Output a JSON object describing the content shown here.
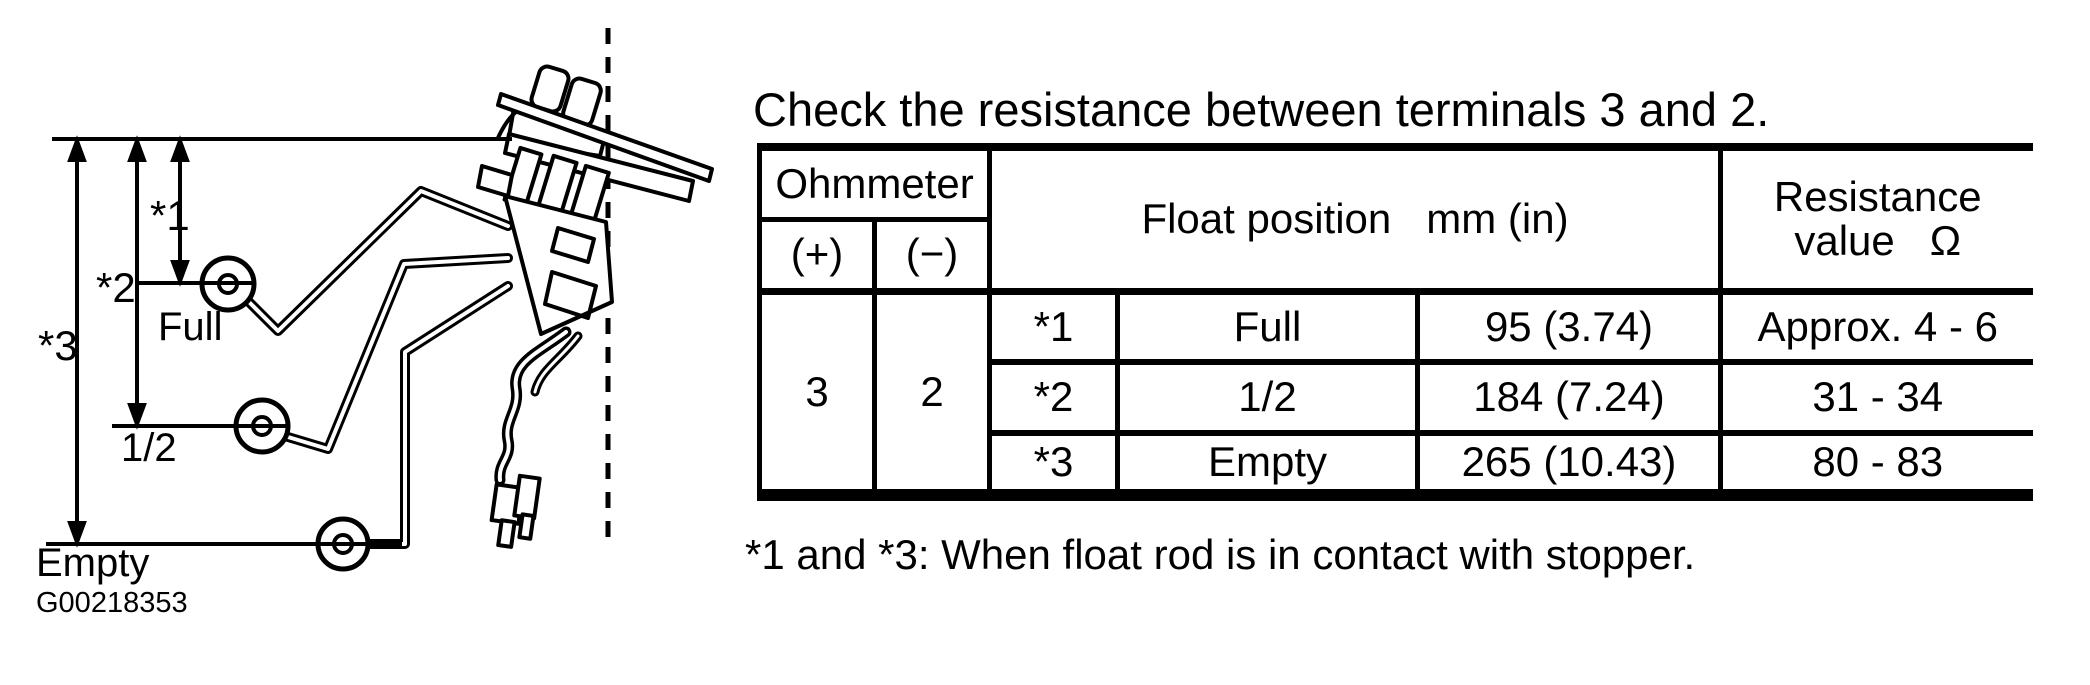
{
  "title": "Check the resistance between terminals 3 and 2.",
  "table": {
    "header": {
      "ohmmeter": "Ohmmeter",
      "plus": "(+)",
      "minus": "(−)",
      "float_position": "Float position   mm (in)",
      "resistance_line1": "Resistance",
      "resistance_line2": "value   Ω"
    },
    "ohmmeter_plus_value": "3",
    "ohmmeter_minus_value": "2",
    "rows": [
      {
        "ref": "*1",
        "float": "Full",
        "position_mm_in": "95 (3.74)",
        "resistance_ohm": "Approx. 4 - 6"
      },
      {
        "ref": "*2",
        "float": "1/2",
        "position_mm_in": "184 (7.24)",
        "resistance_ohm": "31 - 34"
      },
      {
        "ref": "*3",
        "float": "Empty",
        "position_mm_in": "265 (10.43)",
        "resistance_ohm": "80 - 83"
      }
    ]
  },
  "footnote": "*1 and *3: When float rod is in contact with stopper.",
  "diagram": {
    "labels": {
      "ref1": "*1",
      "ref2": "*2",
      "ref3": "*3",
      "full": "Full",
      "half": "1/2",
      "empty": "Empty",
      "figure_code": "G00218353"
    }
  },
  "colors": {
    "ink": "#000000",
    "paper": "#ffffff"
  }
}
